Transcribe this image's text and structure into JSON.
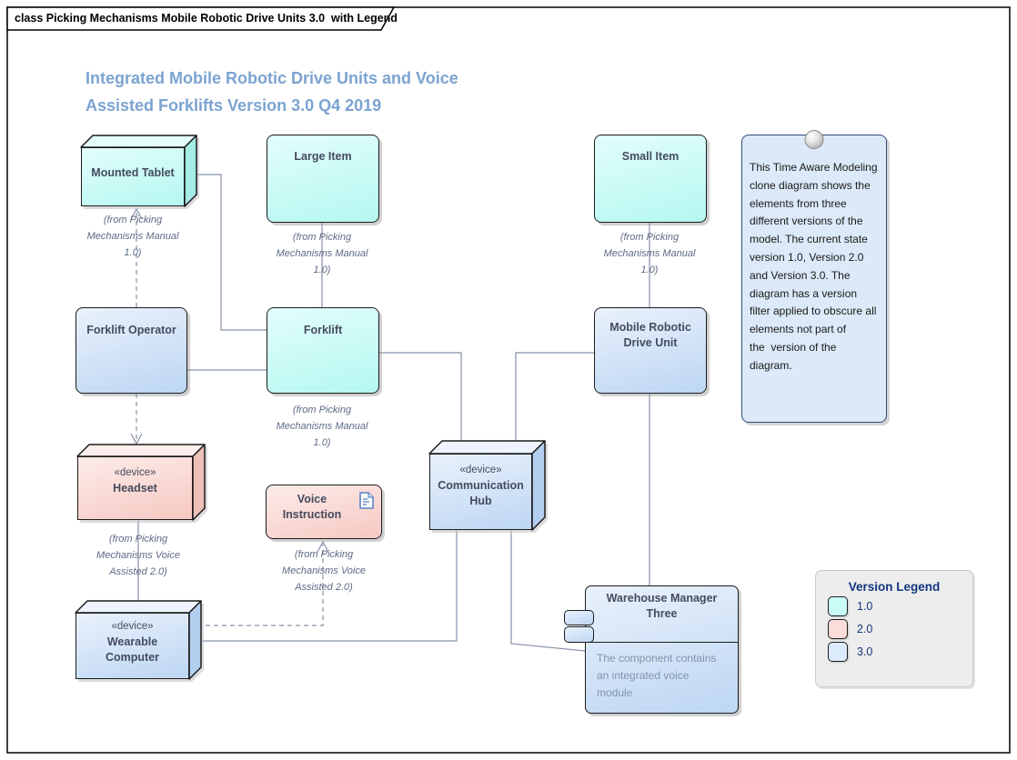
{
  "frame": {
    "tab_label": "class Picking Mechanisms Mobile Robotic Drive Units 3.0  with Legend"
  },
  "title": "Integrated Mobile Robotic Drive Units and Voice\nAssisted Forklifts Version 3.0 Q4 2019",
  "colors": {
    "title_text": "#7ca3d1",
    "connector": "#8591a8",
    "version_1_fill": "#c9fcf7",
    "version_2_fill": "#fbdcd8",
    "version_3_fill": "#d9e8fb",
    "note_fill": "#dbe9f8"
  },
  "elements": {
    "mounted_tablet": {
      "name": "Mounted Tablet",
      "from": "(from Picking\nMechanisms Manual\n1.0)"
    },
    "large_item": {
      "name": "Large Item",
      "from": "(from Picking\nMechanisms Manual\n1.0)"
    },
    "small_item": {
      "name": "Small Item",
      "from": "(from Picking\nMechanisms Manual\n1.0)"
    },
    "forklift_operator": {
      "name": "Forklift Operator"
    },
    "forklift": {
      "name": "Forklift",
      "from": "(from Picking\nMechanisms Manual\n1.0)"
    },
    "mobile_robotic_drive_unit": {
      "name": "Mobile Robotic\nDrive Unit"
    },
    "headset": {
      "stereotype": "«device»",
      "name": "Headset",
      "from": "(from Picking\nMechanisms Voice\nAssisted 2.0)"
    },
    "voice_instruction": {
      "name": "Voice\nInstruction",
      "from": "(from Picking\nMechanisms Voice\nAssisted 2.0)"
    },
    "communication_hub": {
      "stereotype": "«device»",
      "name": "Communication\nHub"
    },
    "wearable_computer": {
      "stereotype": "«device»",
      "name": "Wearable\nComputer"
    },
    "warehouse_manager": {
      "name": "Warehouse Manager\nThree",
      "body": "The component contains\nan integrated voice\nmodule"
    }
  },
  "note": {
    "text": "This Time Aware Modeling\nclone diagram shows the\nelements from three\ndifferent versions of the\nmodel. The current state\nversion 1.0, Version 2.0\nand Version 3.0. The\ndiagram has a version\nfilter applied to obscure all\nelements not part of\nthe  version of the\ndiagram."
  },
  "legend": {
    "title": "Version Legend",
    "items": [
      {
        "label": "1.0",
        "color": "#c9fcf7"
      },
      {
        "label": "2.0",
        "color": "#fbdcd8"
      },
      {
        "label": "3.0",
        "color": "#dcebfb"
      }
    ]
  }
}
